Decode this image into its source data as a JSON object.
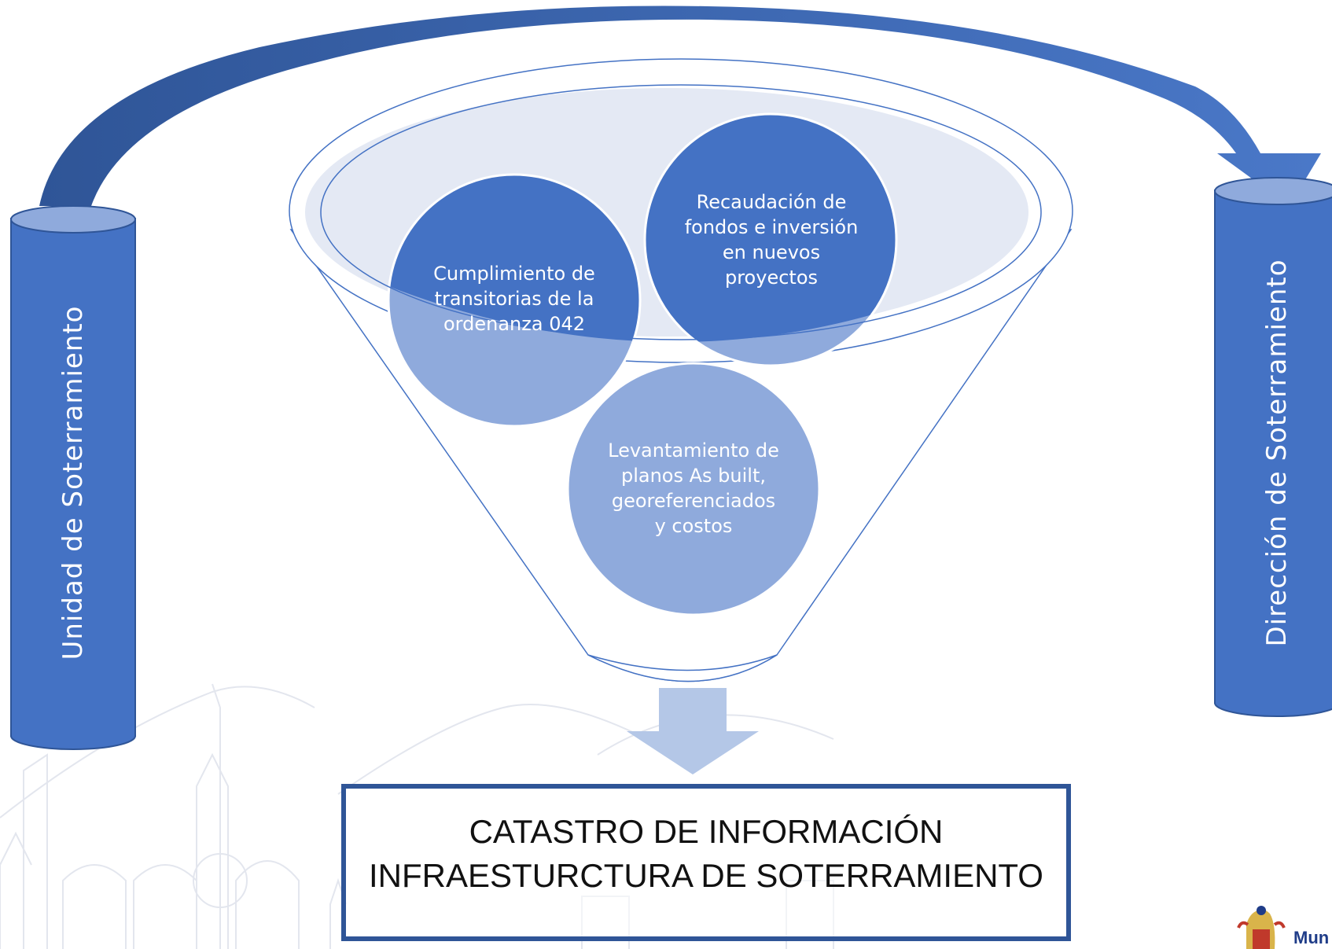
{
  "diagram": {
    "left_column_label": "Unidad de Soterramiento",
    "right_column_label": "Dirección de Soterramiento",
    "funnel_items": [
      {
        "label": "Cumplimiento de transitorias de la ordenanza 042"
      },
      {
        "label": "Recaudación de fondos e inversión en nuevos proyectos"
      },
      {
        "label": "Levantamiento de planos As built, georeferenciados y costos"
      }
    ],
    "result_line_1": "CATASTRO DE INFORMACIÓN",
    "result_line_2": "INFRAESTURCTURA DE SOTERRAMIENTO"
  },
  "logo": {
    "visible_text": "Mun",
    "icon": "municipal-coat-of-arms-icon"
  },
  "colors": {
    "primary_blue": "#4472C4",
    "dark_blue": "#2F5597",
    "light_blue": "#8FAADC",
    "pale_blue": "#B4C7E7",
    "funnel_fill": "#E4E9F4",
    "background_sketch": "#E8EBF2"
  }
}
